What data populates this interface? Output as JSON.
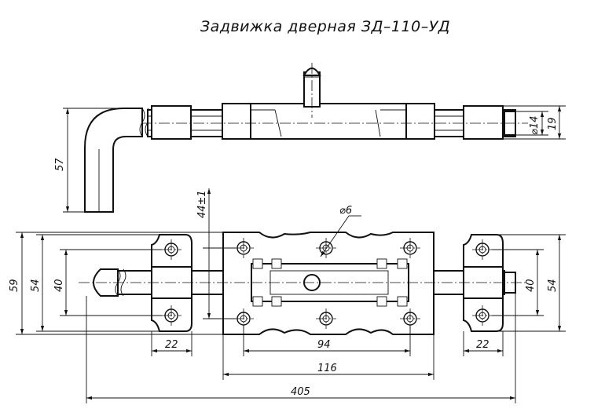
{
  "title": "Задвижка дверная   ЗД–110–УД",
  "dimensions": {
    "side_height": "57",
    "rod_diameter": "⌀14",
    "end_height": "19",
    "tolerance_height": "44±1",
    "hole_diameter": "⌀6",
    "overall_height": "59",
    "left_outer_height": "54",
    "left_inner_height": "40",
    "right_inner_height": "40",
    "right_outer_height": "54",
    "left_bracket_width": "22",
    "right_bracket_width": "22",
    "hole_spacing": "94",
    "plate_width": "116",
    "overall_length": "405"
  },
  "colors": {
    "line": "#111111",
    "background": "#ffffff"
  }
}
